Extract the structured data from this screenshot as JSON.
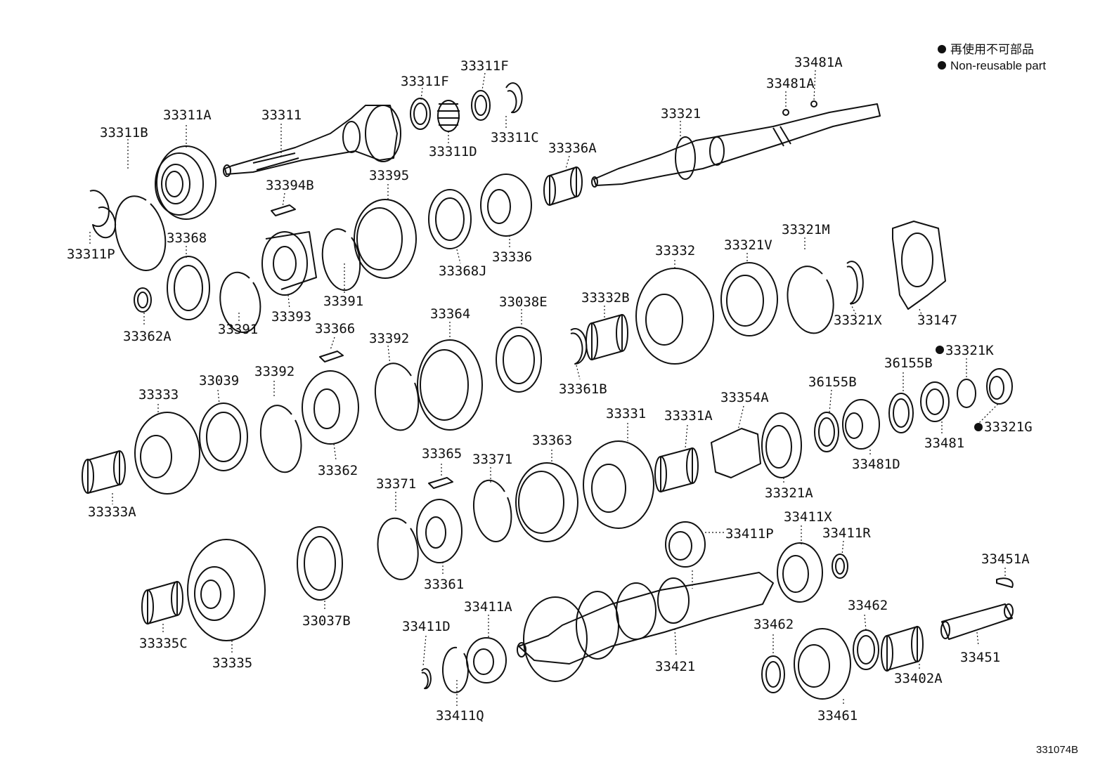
{
  "legend": {
    "jp": "再使用不可部品",
    "en": "Non-reusable part"
  },
  "reference_code": "331074B",
  "parts": [
    {
      "label": "33311B"
    },
    {
      "label": "33311A"
    },
    {
      "label": "33311"
    },
    {
      "label": "33311F"
    },
    {
      "label": "33311F"
    },
    {
      "label": "33311C"
    },
    {
      "label": "33311D"
    },
    {
      "label": "33311P"
    },
    {
      "label": "33394B"
    },
    {
      "label": "33395"
    },
    {
      "label": "33368"
    },
    {
      "label": "33362A"
    },
    {
      "label": "33391"
    },
    {
      "label": "33393"
    },
    {
      "label": "33391"
    },
    {
      "label": "33368J"
    },
    {
      "label": "33336"
    },
    {
      "label": "33336A"
    },
    {
      "label": "33321"
    },
    {
      "label": "33481A"
    },
    {
      "label": "33481A"
    },
    {
      "label": "33332"
    },
    {
      "label": "33321V"
    },
    {
      "label": "33321M"
    },
    {
      "label": "33321X"
    },
    {
      "label": "33147"
    },
    {
      "label": "33332B"
    },
    {
      "label": "33038E"
    },
    {
      "label": "33364"
    },
    {
      "label": "33366"
    },
    {
      "label": "33392"
    },
    {
      "label": "33361B"
    },
    {
      "label": "33333"
    },
    {
      "label": "33039"
    },
    {
      "label": "33392"
    },
    {
      "label": "33362"
    },
    {
      "label": "33333A"
    },
    {
      "label": "33321K"
    },
    {
      "label": "33321G"
    },
    {
      "label": "36155B"
    },
    {
      "label": "36155B"
    },
    {
      "label": "33481"
    },
    {
      "label": "33481D"
    },
    {
      "label": "33354A"
    },
    {
      "label": "33331A"
    },
    {
      "label": "33331"
    },
    {
      "label": "33321A"
    },
    {
      "label": "33363"
    },
    {
      "label": "33371"
    },
    {
      "label": "33365"
    },
    {
      "label": "33371"
    },
    {
      "label": "33361"
    },
    {
      "label": "33411P"
    },
    {
      "label": "33411X"
    },
    {
      "label": "33411R"
    },
    {
      "label": "33451A"
    },
    {
      "label": "33451"
    },
    {
      "label": "33462"
    },
    {
      "label": "33462"
    },
    {
      "label": "33402A"
    },
    {
      "label": "33461"
    },
    {
      "label": "33421"
    },
    {
      "label": "33411A"
    },
    {
      "label": "33411D"
    },
    {
      "label": "33411Q"
    },
    {
      "label": "33037B"
    },
    {
      "label": "33335"
    },
    {
      "label": "33335C"
    }
  ]
}
